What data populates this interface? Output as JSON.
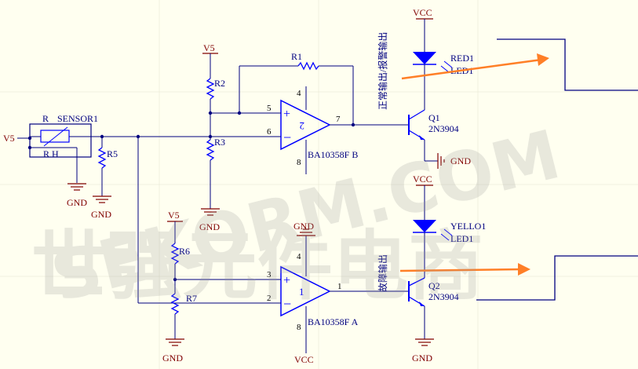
{
  "sensor": {
    "ref": "SENSOR1",
    "label_r": "R",
    "label_rh": "R H",
    "supply": "V5"
  },
  "resistors": [
    "R1",
    "R2",
    "R3",
    "R5",
    "R6",
    "R7"
  ],
  "opamp_b": {
    "part": "BA10358F B",
    "unit": "2",
    "pin_plus": "5",
    "pin_minus": "6",
    "pin_out": "7",
    "pin_v": "4",
    "pin_g": "8"
  },
  "opamp_a": {
    "part": "BA10358F A",
    "unit": "1",
    "pin_plus": "3",
    "pin_minus": "2",
    "pin_out": "1",
    "pin_v": "4",
    "pin_g": "8"
  },
  "q1": {
    "ref": "Q1",
    "part": "2N3904"
  },
  "q2": {
    "ref": "Q2",
    "part": "2N3904"
  },
  "led_red": {
    "color_label": "RED1",
    "ref": "LED1"
  },
  "led_yellow": {
    "color_label": "YELLO1",
    "ref": "LED1"
  },
  "power": {
    "v5": "V5",
    "vcc": "VCC",
    "gnd": "GND"
  },
  "annotations": {
    "normal_alarm": "正常输出/报警输出",
    "fault": "故障输出"
  },
  "watermark": {
    "line1": "SEKORM.COM",
    "line2": "世强元件电商"
  },
  "colors": {
    "wire": "#000080",
    "component": "#0000ff",
    "power": "#800000",
    "arrow": "#ff7f27",
    "led": "#0000ff",
    "background": "#fffff0"
  }
}
